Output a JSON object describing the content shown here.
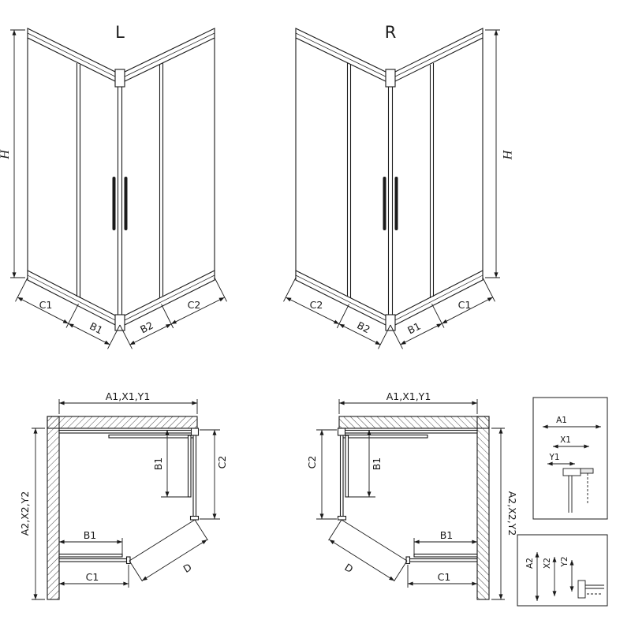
{
  "page": {
    "background": "#ffffff",
    "line_color": "#1a1a1a"
  },
  "iso_views": [
    {
      "variant_label": "L",
      "height_dim": "H",
      "dim_c1": "C1",
      "dim_b1": "B1",
      "dim_b2": "B2",
      "dim_c2": "C2"
    },
    {
      "variant_label": "R",
      "height_dim": "H",
      "dim_c1": "C1",
      "dim_b1": "B1",
      "dim_b2": "B2",
      "dim_c2": "C2"
    }
  ],
  "plan_views": [
    {
      "width_dim": "A1,X1,Y1",
      "depth_dim": "A2,X2,Y2",
      "side_door_dim": "B1",
      "side_panel_dim": "C2",
      "front_door_dim": "B1",
      "front_panel_dim": "C1",
      "entry_dim": "D"
    },
    {
      "width_dim": "A1,X1,Y1",
      "depth_dim": "A2,X2,Y2",
      "side_door_dim": "B1",
      "side_panel_dim": "C2",
      "front_door_dim": "B1",
      "front_panel_dim": "C1",
      "entry_dim": "D"
    }
  ],
  "profile_details": [
    {
      "dim_a": "A1",
      "dim_x": "X1",
      "dim_y": "Y1"
    },
    {
      "dim_a": "A2",
      "dim_x": "X2",
      "dim_y": "Y2"
    }
  ]
}
